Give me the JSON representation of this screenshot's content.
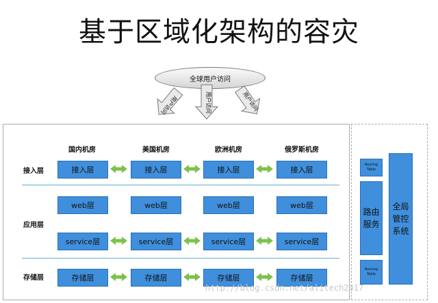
{
  "title": "基于区域化架构的容灾",
  "global_access": "全球用户访问",
  "user_access_label": "用户访问",
  "columns": [
    "国内机房",
    "美国机房",
    "欧洲机房",
    "俄罗斯机房"
  ],
  "rows": {
    "access": "接入层",
    "app": "应用层",
    "storage": "存储层"
  },
  "cells": {
    "access": "接入层",
    "web": "web层",
    "service": "service层",
    "storage": "存储层"
  },
  "right_panel": {
    "routing_table": "Routing Table",
    "routing_service": "路由服务",
    "global_control": "全局管控系统"
  },
  "watermark": "http://blog.csdn.net/alitech2017",
  "colors": {
    "box_fill": "#3f8fdc",
    "arrow_green": "#7cc24a",
    "separator": "#5fb0d8"
  }
}
